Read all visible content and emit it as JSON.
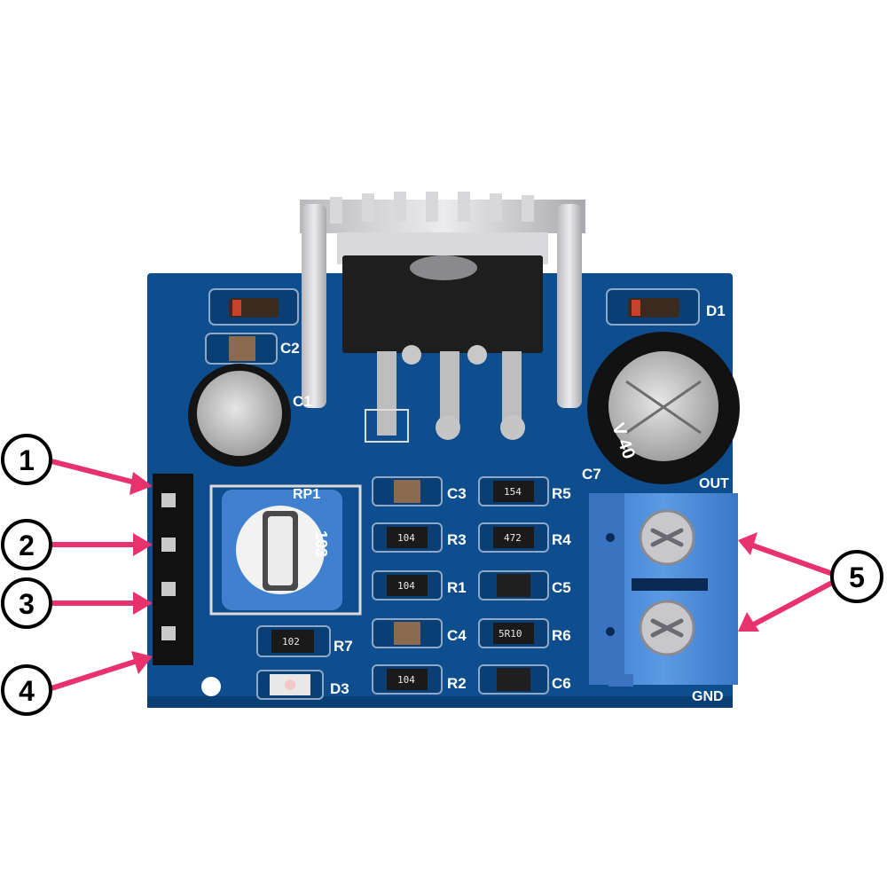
{
  "colors": {
    "pcb": "#0e4e8e",
    "pcb_dark": "#0a3f75",
    "terminal": "#4f8ed8",
    "arrow": "#e8326e",
    "heatsink": "#d4d4d6",
    "chip": "#1e1e1e"
  },
  "silkscreen": {
    "c1": "C1",
    "c2": "C2",
    "c3": "C3",
    "c4": "C4",
    "c5": "C5",
    "c6": "C6",
    "c7": "C7",
    "r1": "R1",
    "r2": "R2",
    "r3": "R3",
    "r4": "R4",
    "r5": "R5",
    "r6": "R6",
    "r7": "R7",
    "d1": "D1",
    "d3": "D3",
    "rp1": "RP1",
    "out": "OUT",
    "gnd": "GND"
  },
  "markings": {
    "pot": "103",
    "r1": "104",
    "r2": "104",
    "r3": "104",
    "r4": "472",
    "r5": "154",
    "r6": "5R10",
    "r7": "102",
    "c7_cap": "V 40"
  },
  "callouts": [
    {
      "id": "callout-1",
      "label": "1"
    },
    {
      "id": "callout-2",
      "label": "2"
    },
    {
      "id": "callout-3",
      "label": "3"
    },
    {
      "id": "callout-4",
      "label": "4"
    },
    {
      "id": "callout-5",
      "label": "5"
    }
  ]
}
